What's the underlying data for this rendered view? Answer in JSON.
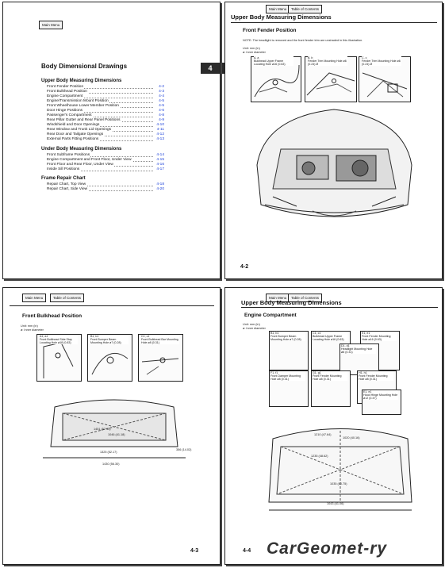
{
  "buttons": {
    "main_menu": "Main Menu",
    "toc": "Table of Contents"
  },
  "tab_number": "4",
  "toc": {
    "title": "Body Dimensional Drawings",
    "groups": [
      {
        "heading": "Upper Body Measuring Dimensions",
        "items": [
          {
            "label": "Front Fender Position",
            "page": "4-2"
          },
          {
            "label": "Front Bulkhead Position",
            "page": "4-3"
          },
          {
            "label": "Engine Compartment",
            "page": "4-4"
          },
          {
            "label": "Engine/Transmission Mount Position",
            "page": "4-5"
          },
          {
            "label": "Front Wheelhouse Lower Member Position",
            "page": "4-5"
          },
          {
            "label": "Door Hinge Positions",
            "page": "4-6"
          },
          {
            "label": "Passenger's Compartment",
            "page": "4-8"
          },
          {
            "label": "Rear Pillar Gutter and Rear Panel Positions",
            "page": "4-9"
          },
          {
            "label": "Windshield and Door Openings",
            "page": "4-10"
          },
          {
            "label": "Rear Window and Trunk Lid Openings",
            "page": "4-11"
          },
          {
            "label": "Rear Door and Tailgate Openings",
            "page": "4-12"
          },
          {
            "label": "External Parts Fitting Positions",
            "page": "4-13"
          }
        ]
      },
      {
        "heading": "Under Body Measuring Dimensions",
        "items": [
          {
            "label": "Front Subframe Positions",
            "page": "4-14"
          },
          {
            "label": "Engine Compartment and Front Floor, Under View",
            "page": "4-15"
          },
          {
            "label": "Front Floor and Rear Floor, Under View",
            "page": "4-16"
          },
          {
            "label": "Inside Sill Positions",
            "page": "4-17"
          }
        ]
      },
      {
        "heading": "Frame Repair Chart",
        "items": [
          {
            "label": "Repair Chart, Top View",
            "page": "4-18"
          },
          {
            "label": "Repair Chart, Side View",
            "page": "4-20"
          }
        ]
      }
    ]
  },
  "page_4_2": {
    "title": "Upper Body Measuring Dimensions",
    "section": "Front Fender Position",
    "note": "NOTE: The headlight is removed and the front fender trim are unshaded in this illustration.",
    "units": "Unit: mm (in)",
    "units2": "ø: Inner diameter",
    "callouts": [
      {
        "id": "A, a",
        "text": "Bulkhead Upper Frame Locating Hole ø16 (0.63)"
      },
      {
        "id": "B, b",
        "text": "Fender Trim Mounting Hole ø6 (0.24) Ø"
      },
      {
        "id": "C, c",
        "text": "Fender Trim Mounting Hole ø6 (0.24) Ø"
      }
    ],
    "page_number": "4-2"
  },
  "page_4_3": {
    "section": "Front Bulkhead Position",
    "units": "Unit: mm (in)",
    "units2": "ø: Inner diameter",
    "callouts": [
      {
        "id": "A1, a1",
        "text": "Front Bulkhead Side Stay Locating Hole ø18 (0.83)"
      },
      {
        "id": "B1, b1",
        "text": "Front Bumper Beam Mounting Hole ø7 (0.28)"
      },
      {
        "id": "C1, c1",
        "text": "Front Bulkhead Bar Mounting Hole ø8 (0.31)"
      }
    ],
    "dims": [
      "1451 (57.13)",
      "1046 (41.18)",
      "1325 (52.17)",
      "1430 (56.30)",
      "356 (14.02)"
    ],
    "page_number": "4-3"
  },
  "page_4_4": {
    "title": "Upper Body Measuring Dimensions",
    "section": "Engine Compartment",
    "units": "Unit: mm (in)",
    "units2": "ø: Inner diameter",
    "callouts": [
      {
        "id": "B1, b1",
        "text": "Front Bumper Beam Mounting Hole ø7 (0.28)"
      },
      {
        "id": "C1, c1",
        "text": "Bulkhead Upper Frame Locating Hole ø16 (0.63)"
      },
      {
        "id": "E1, e1",
        "text": "Front Fender Mounting Hole ø16 (0.63)"
      },
      {
        "id": "D1, d1",
        "text": "Headlight Mounting Hole ø8 (0.31)"
      },
      {
        "id": "F1, f1",
        "text": "Front Damper Mounting Hole ø8 (0.31)"
      },
      {
        "id": "G1, g1",
        "text": "Front Fender Mounting Hole ø8 (0.31)"
      },
      {
        "id": "H1, h1",
        "text": "Front Fender Mounting Hole ø8 (0.31)"
      },
      {
        "id": "E1, e1",
        "text": "Hood Hinge Mounting Hole ø12 (0.47)"
      }
    ],
    "dims": [
      "1210 (47.64)",
      "1020 (40.16)",
      "1235 (48.62)",
      "1035 (40.75)",
      "1043 (41.06)"
    ],
    "page_number": "4-4"
  },
  "watermark": "CarGeomet-ry"
}
